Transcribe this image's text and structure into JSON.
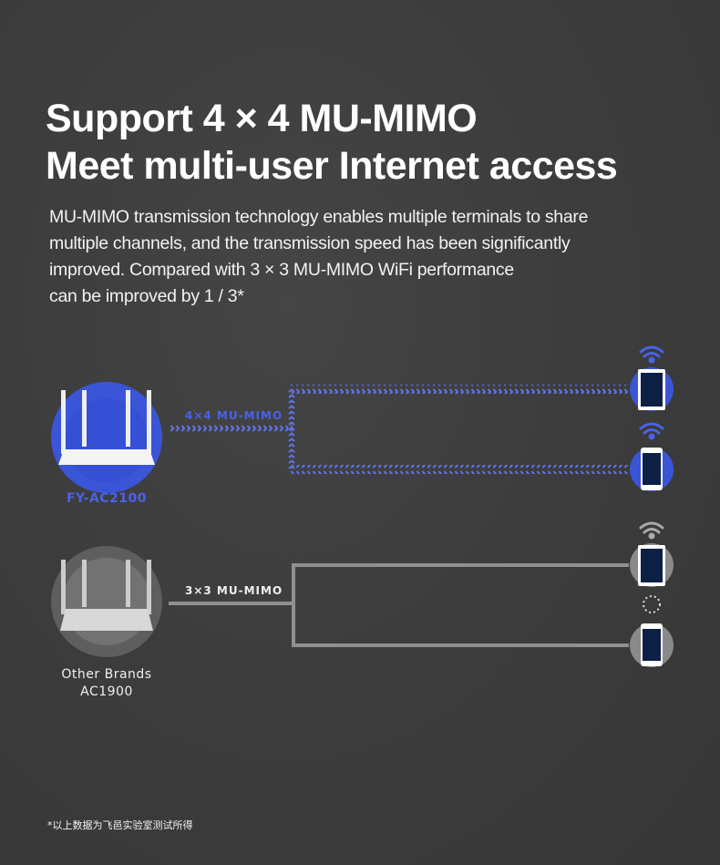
{
  "headline": {
    "line1": "Support 4 × 4 MU-MIMO",
    "line2": "Meet multi-user Internet access"
  },
  "description": [
    "MU-MIMO transmission technology enables multiple terminals to share",
    "multiple channels, and the transmission speed has been significantly",
    "improved. Compared with 3 × 3 MU-MIMO WiFi performance",
    "can be improved by 1 / 3*"
  ],
  "diagram": {
    "ours": {
      "link_label": "4×4 MU-MIMO",
      "model": "FY-AC2100",
      "color": "#4a62e8"
    },
    "others": {
      "link_label": "3×3 MU-MIMO",
      "brand_line1": "Other Brands",
      "brand_line2": "AC1900",
      "color": "#8a8a8a"
    }
  },
  "footnote": "*以上数据为飞邑实验室测试所得"
}
